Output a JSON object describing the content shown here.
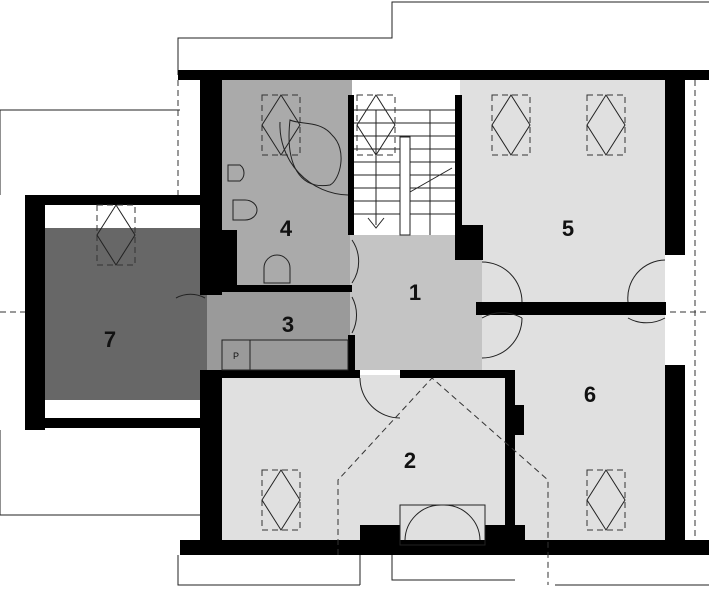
{
  "rooms": [
    {
      "number": "1",
      "color": "#c4c4c4"
    },
    {
      "number": "2",
      "color": "#e0e0e0"
    },
    {
      "number": "3",
      "color": "#9a9a9a"
    },
    {
      "number": "4",
      "color": "#aaaaaa"
    },
    {
      "number": "5",
      "color": "#e0e0e0"
    },
    {
      "number": "6",
      "color": "#e0e0e0"
    },
    {
      "number": "7",
      "color": "#676767"
    }
  ],
  "fixtures": {
    "pantry_label": "P"
  }
}
